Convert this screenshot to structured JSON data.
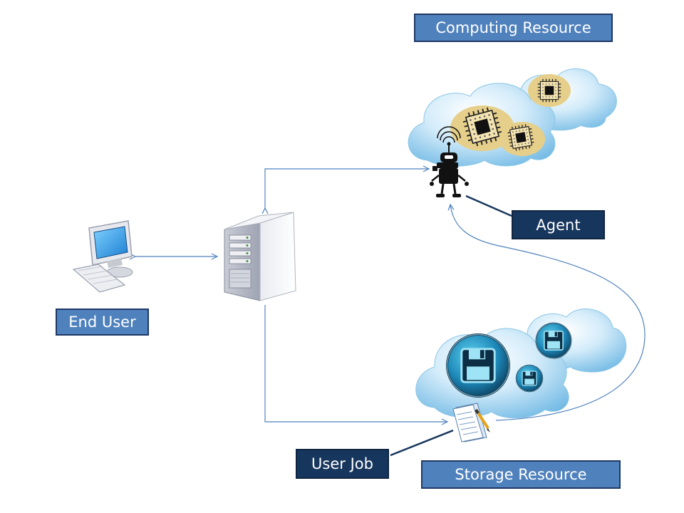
{
  "labels": {
    "computing_resource": "Computing Resource",
    "agent": "Agent",
    "end_user": "End User",
    "user_job": "User Job",
    "storage_resource": "Storage Resource"
  },
  "colors": {
    "label_light": "#4f81bd",
    "label_dark": "#17365d",
    "arrow": "#4f81bd",
    "cloud": "#7fc3ea",
    "chip_pad": "#e6cf8a"
  },
  "icons": [
    "computer-icon",
    "server-icon",
    "robot-agent-icon",
    "chip-icon",
    "floppy-disk-icon",
    "document-pencil-icon",
    "cloud-icon"
  ]
}
